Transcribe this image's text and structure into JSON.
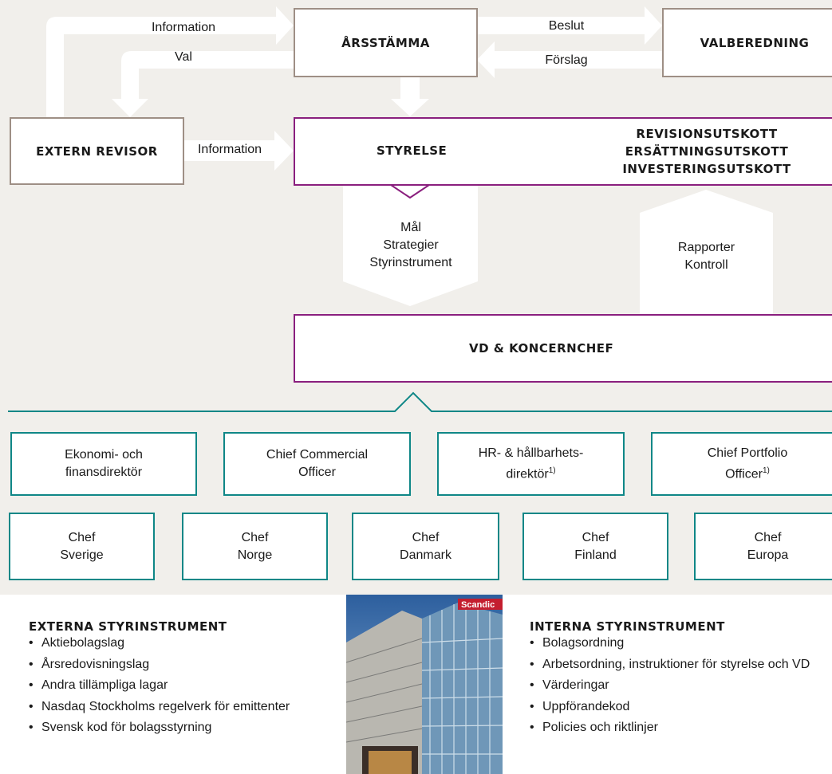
{
  "colors": {
    "background": "#f1efeb",
    "arrow": "#ffffff",
    "gray_border": "#9e8f85",
    "purple_border": "#8a1f7e",
    "teal": "#0f8787"
  },
  "top": {
    "arsstamma": "ÅRSSTÄMMA",
    "valberedning": "VALBEREDNING",
    "information": "Information",
    "val": "Val",
    "beslut": "Beslut",
    "forslag": "Förslag"
  },
  "middle": {
    "extern_revisor": "EXTERN REVISOR",
    "information": "Information",
    "styrelse": "STYRELSE",
    "committees": [
      "REVISIONSUTSKOTT",
      "ERSÄTTNINGSUTSKOTT",
      "INVESTERINGSUTSKOTT"
    ],
    "down_arrow_text": "Mål\nStrategier\nStyrinstrument",
    "up_arrow_text": "Rapporter\nKontroll",
    "vd": "VD & KONCERNCHEF"
  },
  "executives": [
    {
      "line1": "Ekonomi- och",
      "line2": "finansdirektör",
      "sup": ""
    },
    {
      "line1": "Chief Commercial",
      "line2": "Officer",
      "sup": ""
    },
    {
      "line1": "HR- & hållbarhets-",
      "line2": "direktör",
      "sup": "1)"
    },
    {
      "line1": "Chief Portfolio",
      "line2": "Officer",
      "sup": "1)"
    }
  ],
  "countries": [
    {
      "line1": "Chef",
      "line2": "Sverige"
    },
    {
      "line1": "Chef",
      "line2": "Norge"
    },
    {
      "line1": "Chef",
      "line2": "Danmark"
    },
    {
      "line1": "Chef",
      "line2": "Finland"
    },
    {
      "line1": "Chef",
      "line2": "Europa"
    }
  ],
  "external": {
    "title": "EXTERNA STYRINSTRUMENT",
    "items": [
      "Aktiebolagslag",
      "Årsredovisningslag",
      "Andra tillämpliga lagar",
      "Nasdaq Stockholms regelverk för emittenter",
      "Svensk kod för bolagsstyrning"
    ]
  },
  "internal": {
    "title": "INTERNA STYRINSTRUMENT",
    "items": [
      "Bolagsordning",
      "Arbetsordning, instruktioner för styrelse och VD",
      "Värderingar",
      "Uppförandekod",
      "Policies och riktlinjer"
    ]
  },
  "photo": {
    "sign_text": "Scandic"
  }
}
